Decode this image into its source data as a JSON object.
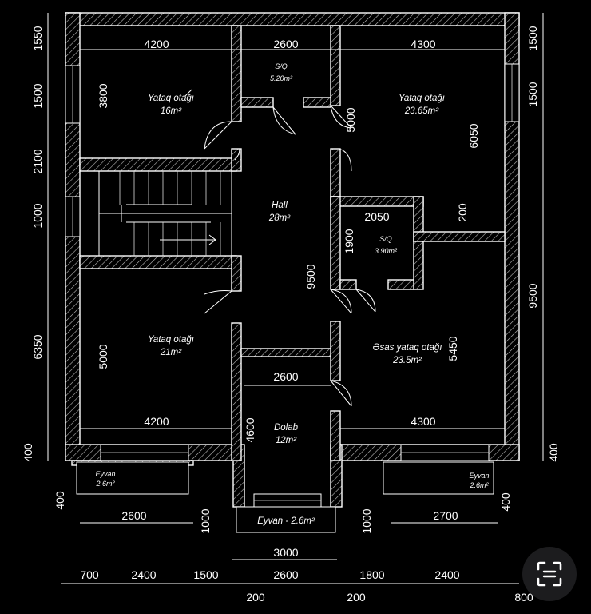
{
  "rooms": {
    "bedroom_nw": {
      "name": "Yataq otağı",
      "area": "16m²"
    },
    "bath_n": {
      "name": "S/Q",
      "area": "5.20m²"
    },
    "bedroom_ne": {
      "name": "Yataq otağı",
      "area": "23.65m²"
    },
    "hall": {
      "name": "Hall",
      "area": "28m²"
    },
    "bath_e": {
      "name": "S/Q",
      "area": "3.90m²"
    },
    "bedroom_sw": {
      "name": "Yataq otağı",
      "area": "21m²"
    },
    "master": {
      "name": "Əsas yataq otağı",
      "area": "23.5m²"
    },
    "closet": {
      "name": "Dolab",
      "area": "12m²"
    },
    "balcony_w": {
      "name": "Eyvan",
      "area": "2.6m²"
    },
    "balcony_e": {
      "name": "Eyvan",
      "area": "2.6m²"
    },
    "balcony_s": {
      "label": "Eyvan - 2.6m²"
    }
  },
  "dimensions": {
    "top_w": "4200",
    "top_mid": "2600",
    "top_e": "4300",
    "nw_height": "3800",
    "ne_5000": "5000",
    "ne_6050": "6050",
    "bath_w": "2050",
    "bath_h": "1900",
    "ne_200": "200",
    "hall_9500": "9500",
    "sw_5000": "5000",
    "sw_w": "4200",
    "closet_w": "2600",
    "closet_h": "4600",
    "se_5450": "5450",
    "se_w": "4300",
    "left": [
      "1550",
      "1500",
      "2100",
      "1000",
      "6350",
      "400"
    ],
    "right": [
      "1500",
      "1500",
      "9500",
      "400"
    ],
    "left_400_low": "400",
    "right_400_low": "400",
    "balcony_w_len": "2600",
    "balcony_e_len": "2700",
    "bal_1000_w": "1000",
    "bal_1000_e": "1000",
    "closet_3000": "3000",
    "bottom": [
      "700",
      "2400",
      "1500",
      "2600",
      "1800",
      "2400"
    ],
    "bottom_200": [
      "200",
      "200"
    ],
    "bottom_800": "800"
  },
  "icons": {
    "lens": "google-lens-icon"
  }
}
